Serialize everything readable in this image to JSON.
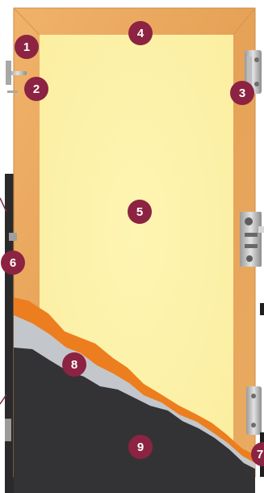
{
  "diagram": {
    "marker_color": "#8c2342",
    "frame_wood_color": "#e8a55a",
    "panel_color": "#fdf2a7",
    "orange_layer_color": "#ec7e1f",
    "grey_layer_color": "#c3c7cb",
    "dark_layer_color": "#333336",
    "markers": [
      {
        "id": "marker-1",
        "label": "1"
      },
      {
        "id": "marker-2",
        "label": "2"
      },
      {
        "id": "marker-3",
        "label": "3"
      },
      {
        "id": "marker-4",
        "label": "4"
      },
      {
        "id": "marker-5",
        "label": "5"
      },
      {
        "id": "marker-6",
        "label": "6"
      },
      {
        "id": "marker-7",
        "label": "7"
      },
      {
        "id": "marker-8",
        "label": "8"
      },
      {
        "id": "marker-9",
        "label": "9"
      }
    ],
    "icons": [
      "hinge-icon",
      "door-handle-icon",
      "lock-mechanism-icon"
    ]
  }
}
